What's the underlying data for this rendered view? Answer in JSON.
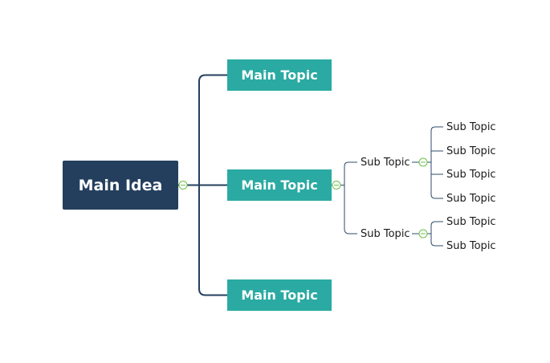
{
  "mindmap": {
    "root": {
      "label": "Main Idea"
    },
    "main_topics": [
      {
        "label": "Main Topic"
      },
      {
        "label": "Main Topic",
        "subtopics": [
          {
            "label": "Sub Topic",
            "children": [
              "Sub Topic",
              "Sub Topic",
              "Sub Topic",
              "Sub Topic"
            ]
          },
          {
            "label": "Sub Topic",
            "children": [
              "Sub Topic",
              "Sub Topic"
            ]
          }
        ]
      },
      {
        "label": "Main Topic"
      }
    ]
  },
  "colors": {
    "root_fill": "#243f5e",
    "main_fill": "#2aaaa2",
    "connector_dark": "#243f5e",
    "connector_light": "#2f4b6b",
    "collapse_toggle": "#6cc24a"
  }
}
